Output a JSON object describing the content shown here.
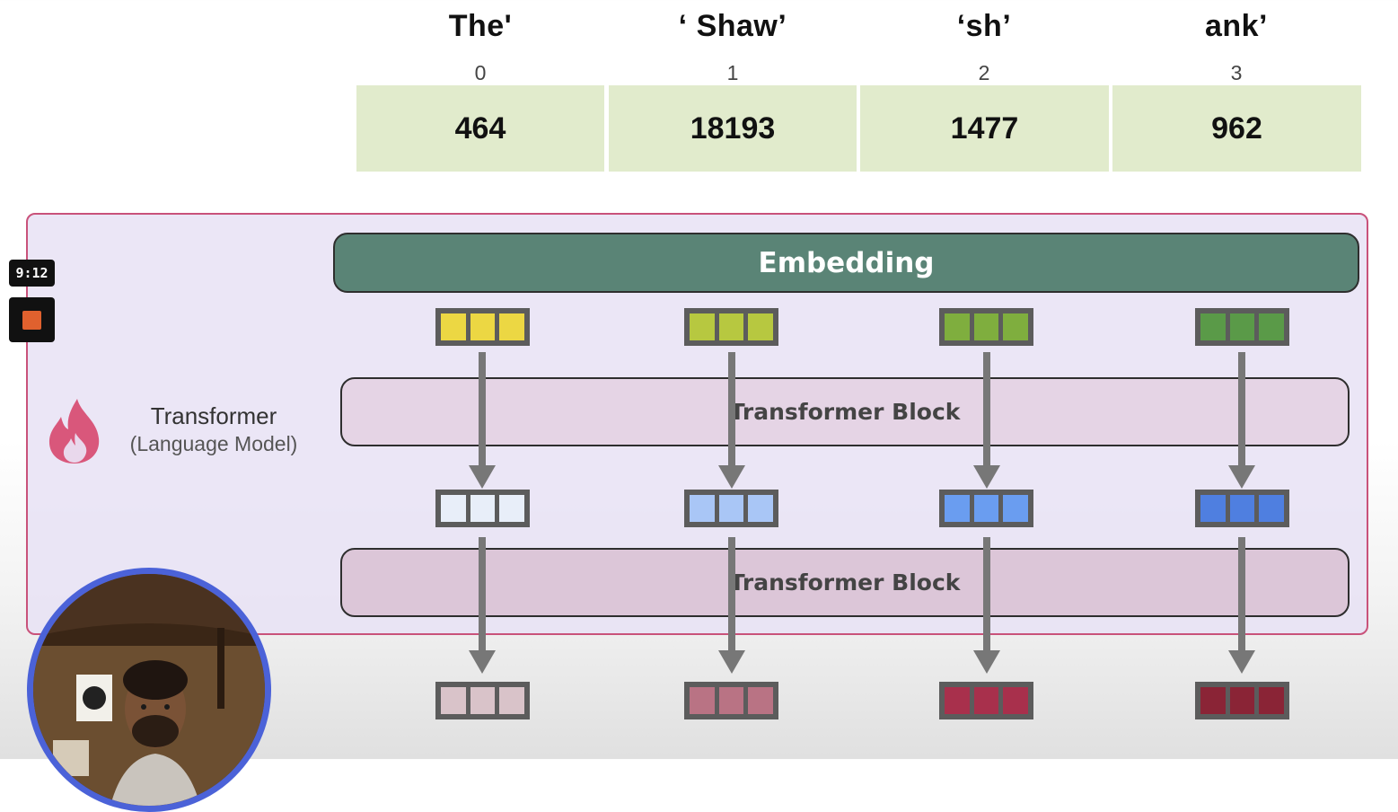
{
  "tokens": [
    {
      "text": "The'",
      "index": "0",
      "id": "464"
    },
    {
      "text": "‘ Shaw’",
      "index": "1",
      "id": "18193"
    },
    {
      "text": "‘sh’",
      "index": "2",
      "id": "1477"
    },
    {
      "text": "ank’",
      "index": "3",
      "id": "962"
    }
  ],
  "embedding_label": "Embedding",
  "transformer_block_labels": [
    "Transformer Block",
    "Transformer Block"
  ],
  "model_label": {
    "title": "Transformer",
    "subtitle": "(Language Model)"
  },
  "video": {
    "timestamp": "9:12"
  },
  "vector_colors": {
    "embedding": [
      [
        "#ecd743",
        "#ecd743",
        "#ecd743"
      ],
      [
        "#b7c840",
        "#b7c840",
        "#b7c840"
      ],
      [
        "#7fae3e",
        "#7fae3e",
        "#7fae3e"
      ],
      [
        "#5a9a48",
        "#5a9a48",
        "#5a9a48"
      ]
    ],
    "block1_output": [
      [
        "#e8eef9",
        "#e8eef9",
        "#e8eef9"
      ],
      [
        "#a9c6f6",
        "#a9c6f6",
        "#a9c6f6"
      ],
      [
        "#6a9df0",
        "#6a9df0",
        "#6a9df0"
      ],
      [
        "#4f7fe0",
        "#4f7fe0",
        "#4f7fe0"
      ]
    ],
    "block2_output": [
      [
        "#d9c3c9",
        "#d9c3c9",
        "#d9c3c9"
      ],
      [
        "#b97384",
        "#b97384",
        "#b97384"
      ],
      [
        "#a8304c",
        "#a8304c",
        "#a8304c"
      ],
      [
        "#8a2436",
        "#8a2436",
        "#8a2436"
      ]
    ]
  },
  "colors": {
    "id_cell_bg": "#e1ebcc",
    "embedding_bg": "#5a8476",
    "container_border": "#c9527a",
    "flame": "#d9577b",
    "webcam_ring": "#4b62d8",
    "rec_indicator": "#e0612e"
  },
  "icons": {
    "flame": "flame-icon",
    "record": "record-stop-icon"
  }
}
